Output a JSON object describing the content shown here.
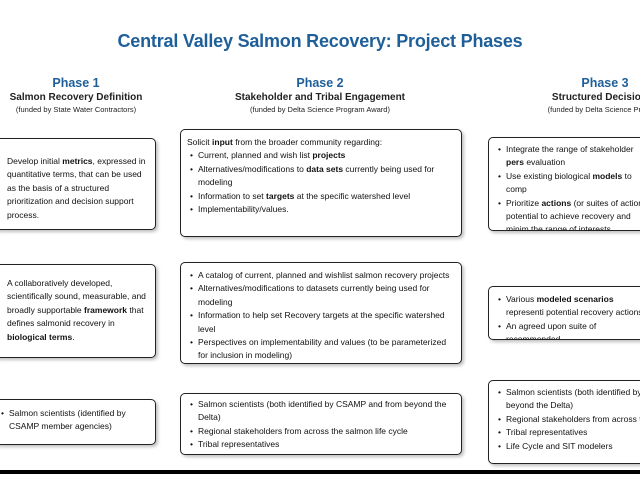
{
  "title": "Central Valley Salmon Recovery: Project Phases",
  "phases": [
    {
      "name": "Phase 1",
      "subtitle": "Salmon Recovery Definition",
      "funding": "(funded by State Water Contractors)"
    },
    {
      "name": "Phase 2",
      "subtitle": "Stakeholder and Tribal Engagement",
      "funding": "(funded by Delta Science Program Award)"
    },
    {
      "name": "Phase 3",
      "subtitle": "Structured Decision M",
      "funding": "(funded by Delta Science Program"
    }
  ],
  "rows": {
    "p1_r1": {
      "pre": "Develop initial ",
      "bold": "metrics",
      "post": ", expressed in quantitative terms, that can be used as the basis of a structured prioritization and decision support process."
    },
    "p1_r2": {
      "pre": "A collaboratively developed, scientifically sound, measurable, and broadly supportable ",
      "bold": "framework",
      "mid": " that defines salmonid recovery in ",
      "bold2": "biological terms",
      "post": "."
    },
    "p1_r3": {
      "items": [
        "Salmon scientists (identified by CSAMP member agencies)"
      ]
    },
    "p2_r1": {
      "intro_pre": "Solicit ",
      "intro_bold": "input",
      "intro_post": " from the broader community regarding:",
      "items": [
        {
          "pre": "Current, planned and wish list ",
          "bold": "projects",
          "post": ""
        },
        {
          "pre": "Alternatives/modifications to ",
          "bold": "data sets",
          "post": " currently being used for modeling"
        },
        {
          "pre": "Information to set ",
          "bold": "targets",
          "post": " at the specific watershed level"
        },
        {
          "pre": "Implementability/values.",
          "bold": "",
          "post": ""
        }
      ]
    },
    "p2_r2": {
      "items": [
        "A catalog of current, planned and wishlist salmon recovery projects",
        "Alternatives/modifications to datasets currently being used for modeling",
        "Information to help set Recovery targets at the specific watershed level",
        "Perspectives on implementability and values (to be parameterized for inclusion in modeling)"
      ]
    },
    "p2_r3": {
      "items": [
        "Salmon scientists (both identified by CSAMP and from beyond the Delta)",
        "Regional stakeholders from across the salmon life cycle",
        "Tribal representatives"
      ]
    },
    "p3_r1": {
      "items": [
        {
          "pre": "Integrate the range of stakeholder ",
          "bold": "pers",
          "post": " evaluation"
        },
        {
          "pre": "Use existing biological ",
          "bold": "models",
          "post": " to comp"
        },
        {
          "pre": "Prioritize ",
          "bold": "actions",
          "post": " (or suites of actions) potential to achieve recovery and minim the range of interests."
        }
      ]
    },
    "p3_r2": {
      "items": [
        {
          "pre": "Various ",
          "bold": "modeled scenarios",
          "post": " representi potential recovery actions"
        },
        {
          "pre": "An agreed upon suite of recommended",
          "bold": "",
          "post": ""
        }
      ]
    },
    "p3_r3": {
      "items": [
        "Salmon scientists (both identified by C beyond the Delta)",
        "Regional stakeholders from across th",
        "Tribal representatives",
        "Life Cycle and SIT modelers"
      ]
    }
  }
}
